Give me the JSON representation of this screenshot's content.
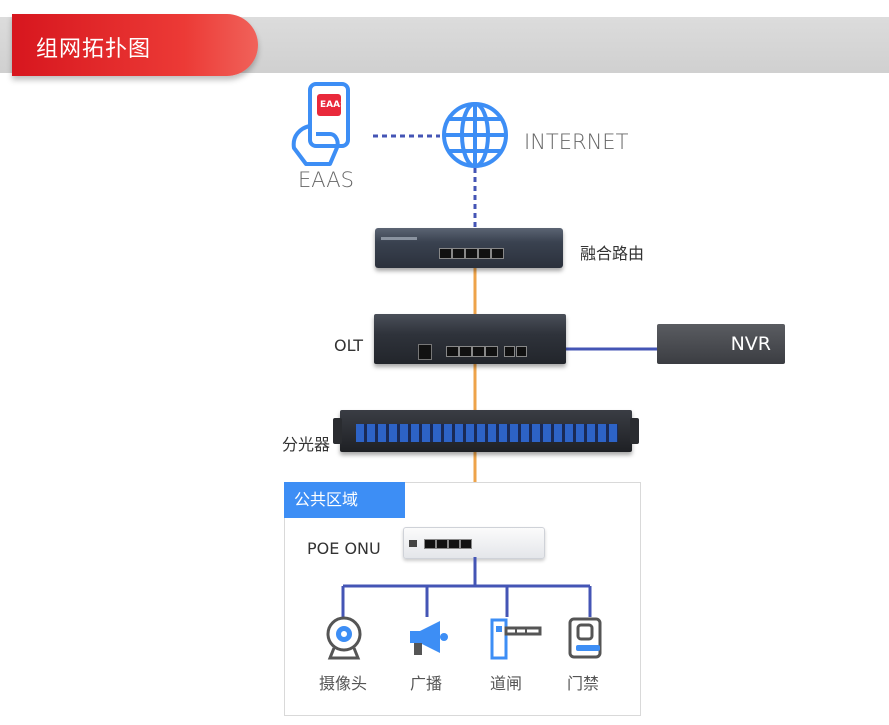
{
  "header": {
    "title": "组网拓扑图"
  },
  "nodes": {
    "eaas_app": {
      "screen_label": "EAAS",
      "label": "EAAS"
    },
    "internet": {
      "label": "INTERNET"
    },
    "router": {
      "label": "融合路由"
    },
    "olt": {
      "label": "OLT"
    },
    "nvr": {
      "label": "NVR"
    },
    "splitter": {
      "label": "分光器"
    },
    "public_zone": {
      "label": "公共区域"
    },
    "onu": {
      "label": "POE ONU"
    }
  },
  "endpoints": [
    {
      "label": "摄像头",
      "icon": "camera-icon"
    },
    {
      "label": "广播",
      "icon": "megaphone-icon"
    },
    {
      "label": "道闸",
      "icon": "barrier-gate-icon"
    },
    {
      "label": "门禁",
      "icon": "access-control-icon"
    }
  ],
  "colors": {
    "header_red": "#e5262b",
    "link_orange": "#eea34a",
    "link_blue": "#4455b5",
    "icon_blue": "#3d8ef5",
    "zone_blue": "#3d8ef5"
  }
}
